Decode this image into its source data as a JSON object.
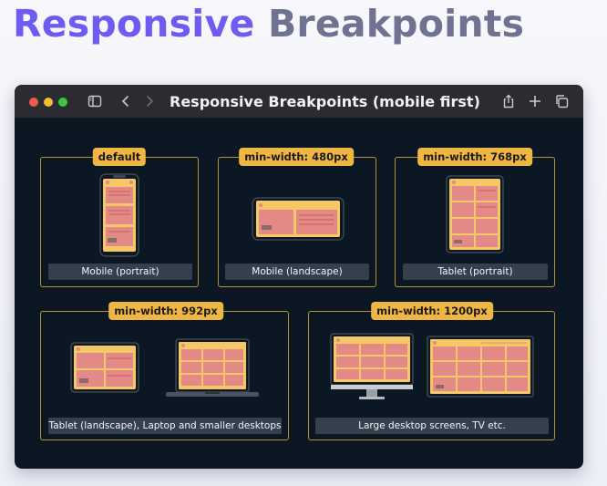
{
  "heading": {
    "word1": "Responsive",
    "word2": "Breakpoints"
  },
  "browser": {
    "title": "Responsive Breakpoints (mobile first)",
    "icons": [
      "sidebar-icon",
      "back-icon",
      "forward-icon",
      "share-icon",
      "new-tab-icon",
      "tabs-overview-icon"
    ]
  },
  "breakpoints": [
    {
      "badge": "default",
      "caption": "Mobile (portrait)"
    },
    {
      "badge": "min-width: 480px",
      "caption": "Mobile (landscape)"
    },
    {
      "badge": "min-width: 768px",
      "caption": "Tablet (portrait)"
    },
    {
      "badge": "min-width: 992px",
      "caption": "Tablet (landscape), Laptop and smaller desktops"
    },
    {
      "badge": "min-width: 1200px",
      "caption": "Large desktop screens, TV etc."
    }
  ],
  "colors": {
    "accent_purple": "#6d5bf2",
    "heading_gray": "#6f7290",
    "badge": "#f0b643",
    "panel_border": "#b9913b",
    "background_dark": "#0b1823",
    "content_block": "#e38a86"
  }
}
